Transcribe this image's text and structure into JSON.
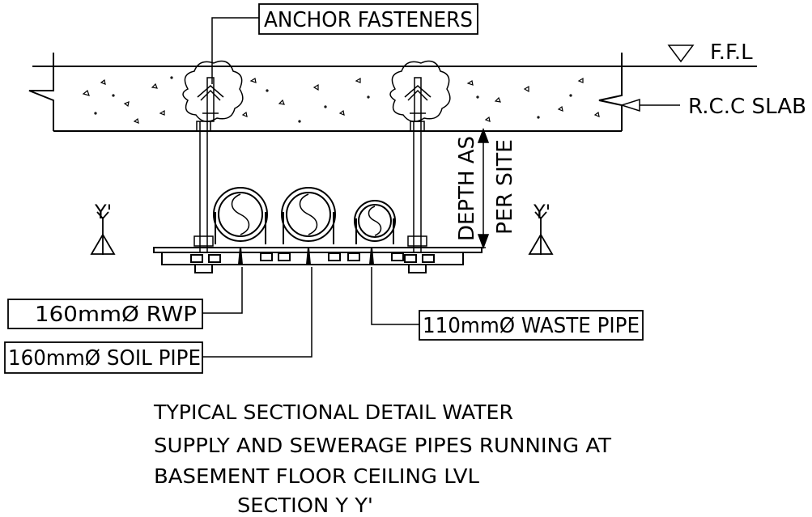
{
  "labels": {
    "anchor_fasteners": "ANCHOR FASTENERS",
    "ffl": "F.F.L",
    "rcc_slab": "R.C.C SLAB",
    "depth_line1": "DEPTH AS",
    "depth_line2": "PER SITE",
    "section_mark_left": "Y'",
    "section_mark_right": "Y'",
    "rwp": "160mmØ RWP",
    "soil_pipe": "160mmØ SOIL PIPE",
    "waste_pipe": "110mmØ WASTE PIPE"
  },
  "title": {
    "line1": "TYPICAL SECTIONAL DETAIL WATER",
    "line2": "SUPPLY  AND SEWERAGE PIPES RUNNING AT",
    "line3": "BASEMENT  FLOOR CEILING LVL",
    "line4": "SECTION Y Y'"
  }
}
